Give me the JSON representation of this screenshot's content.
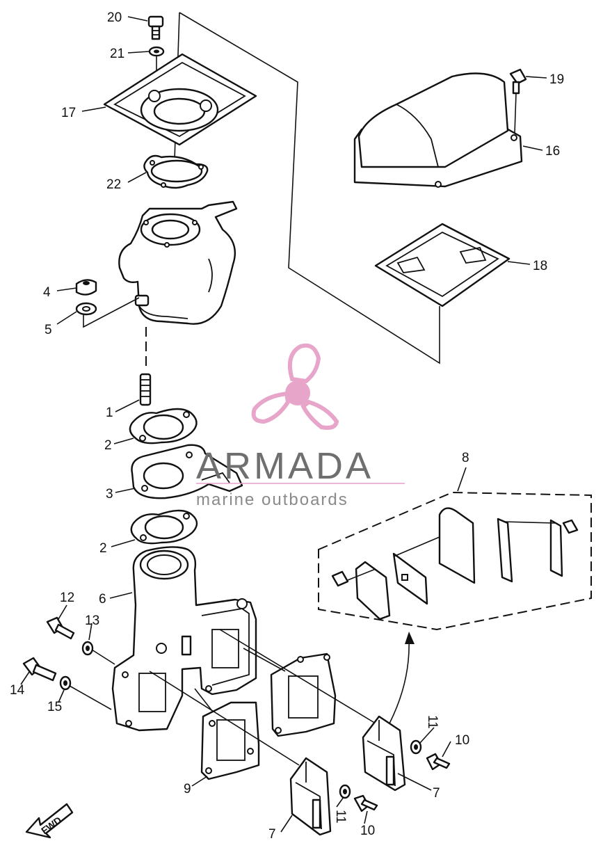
{
  "watermark": {
    "brand": "ARMADA",
    "tagline": "marine outboards",
    "logo_color": "#e7a1c8",
    "text_color": "#6f6f6f"
  },
  "direction_marker": {
    "label": "FWD"
  },
  "callouts": {
    "p1": "1",
    "p2a": "2",
    "p2b": "2",
    "p3": "3",
    "p4": "4",
    "p5": "5",
    "p6": "6",
    "p7a": "7",
    "p7b": "7",
    "p8": "8",
    "p9": "9",
    "p10a": "10",
    "p10b": "10",
    "p11a": "11",
    "p11b": "11",
    "p12": "12",
    "p13": "13",
    "p14": "14",
    "p15": "15",
    "p16": "16",
    "p17": "17",
    "p18": "18",
    "p19": "19",
    "p20": "20",
    "p21": "21",
    "p22": "22"
  }
}
